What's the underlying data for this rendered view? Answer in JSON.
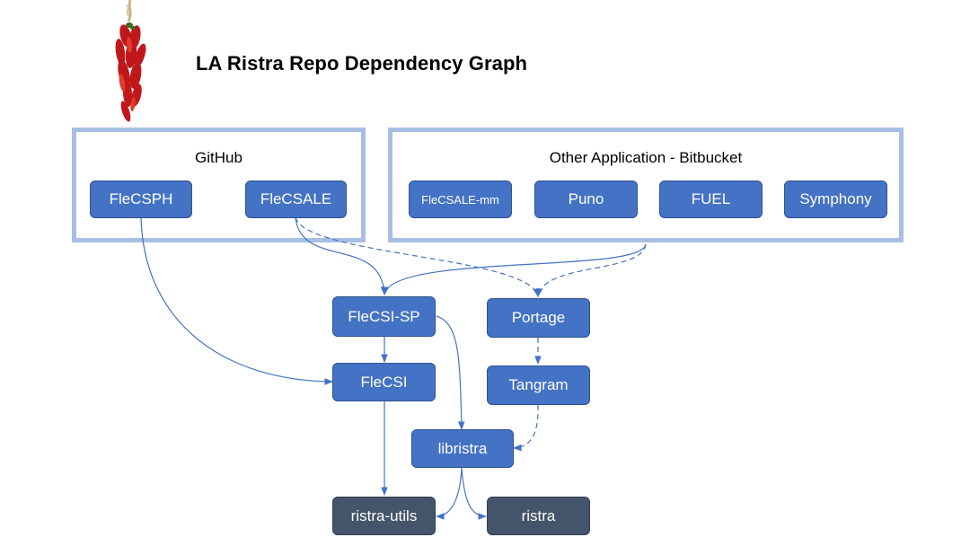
{
  "title": "LA Ristra Repo Dependency Graph",
  "groups": {
    "github": {
      "label": "GitHub"
    },
    "other": {
      "label": "Other Application - Bitbucket"
    }
  },
  "nodes": {
    "flecsph": "FleCSPH",
    "flecsale": "FleCSALE",
    "flecsale_mm": "FleCSALE-mm",
    "puno": "Puno",
    "fuel": "FUEL",
    "symphony": "Symphony",
    "flecsi_sp": "FleCSI-SP",
    "portage": "Portage",
    "flecsi": "FleCSI",
    "tangram": "Tangram",
    "libristra": "libristra",
    "ristra_utils": "ristra-utils",
    "ristra": "ristra"
  },
  "colors": {
    "node": "#4472c4",
    "node_dark": "#44546a",
    "group_border": "#a8bee3",
    "edge": "#4472c4"
  },
  "edges": [
    {
      "from": "FleCSPH",
      "to": "FleCSI",
      "style": "solid"
    },
    {
      "from": "FleCSALE",
      "to": "FleCSI-SP",
      "style": "solid"
    },
    {
      "from": "FleCSALE",
      "to": "Portage",
      "style": "dashed"
    },
    {
      "from": "Other Application - Bitbucket",
      "to": "FleCSI-SP",
      "style": "solid"
    },
    {
      "from": "Other Application - Bitbucket",
      "to": "Portage",
      "style": "dashed"
    },
    {
      "from": "FleCSI-SP",
      "to": "FleCSI",
      "style": "solid"
    },
    {
      "from": "FleCSI-SP",
      "to": "libristra",
      "style": "solid"
    },
    {
      "from": "Portage",
      "to": "Tangram",
      "style": "dashed"
    },
    {
      "from": "Tangram",
      "to": "libristra",
      "style": "dashed"
    },
    {
      "from": "FleCSI",
      "to": "ristra-utils",
      "style": "solid"
    },
    {
      "from": "libristra",
      "to": "ristra-utils",
      "style": "solid"
    },
    {
      "from": "libristra",
      "to": "ristra",
      "style": "solid"
    }
  ],
  "image": {
    "chili-ristra-image": "red chili ristra"
  }
}
